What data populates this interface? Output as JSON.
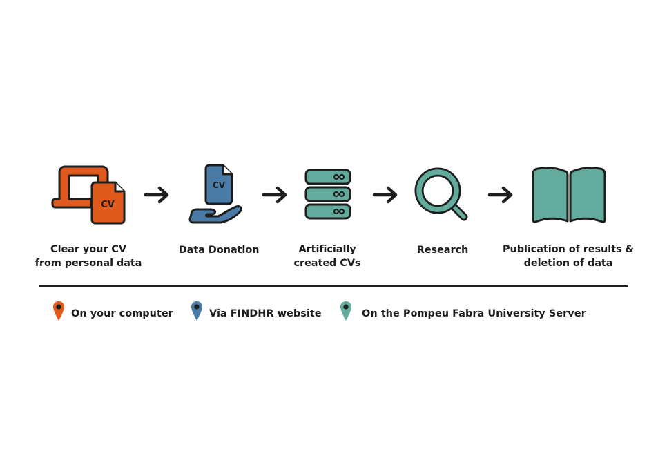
{
  "colors": {
    "orange": "#e05a1e",
    "blue": "#4a7ba7",
    "teal": "#62ab9d",
    "outline": "#1d1d1b"
  },
  "steps": [
    {
      "icon": "laptop-cv-icon",
      "icon_text": "CV",
      "label_lines": [
        "Clear your CV",
        "from personal data"
      ]
    },
    {
      "icon": "hand-cv-icon",
      "icon_text": "CV",
      "label_lines": [
        "Data Donation"
      ]
    },
    {
      "icon": "server-stack-icon",
      "label_lines": [
        "Artificially",
        "created CVs"
      ]
    },
    {
      "icon": "magnifier-icon",
      "label_lines": [
        "Research"
      ]
    },
    {
      "icon": "open-book-icon",
      "label_lines": [
        "Publication of results &",
        "deletion of data"
      ]
    }
  ],
  "arrows": [
    "arrow-right-icon",
    "arrow-right-icon",
    "arrow-right-icon",
    "arrow-right-icon"
  ],
  "legend": [
    {
      "icon": "map-pin-icon",
      "color": "orange",
      "label": "On your computer"
    },
    {
      "icon": "map-pin-icon",
      "color": "blue",
      "label": "Via FINDHR website"
    },
    {
      "icon": "map-pin-icon",
      "color": "teal",
      "label": "On the Pompeu Fabra University Server"
    }
  ]
}
